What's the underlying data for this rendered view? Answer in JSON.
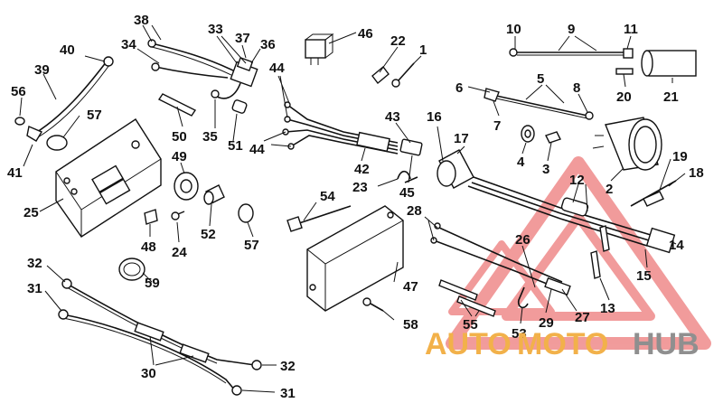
{
  "diagram": {
    "callouts": [
      {
        "id": "c38",
        "text": "38"
      },
      {
        "id": "c33",
        "text": "33"
      },
      {
        "id": "c37",
        "text": "37"
      },
      {
        "id": "c36",
        "text": "36"
      },
      {
        "id": "c34",
        "text": "34"
      },
      {
        "id": "c40",
        "text": "40"
      },
      {
        "id": "c39",
        "text": "39"
      },
      {
        "id": "c56",
        "text": "56"
      },
      {
        "id": "c57a",
        "text": "57"
      },
      {
        "id": "c41",
        "text": "41"
      },
      {
        "id": "c25",
        "text": "25"
      },
      {
        "id": "c50",
        "text": "50"
      },
      {
        "id": "c49",
        "text": "49"
      },
      {
        "id": "c35",
        "text": "35"
      },
      {
        "id": "c51",
        "text": "51"
      },
      {
        "id": "c44a",
        "text": "44"
      },
      {
        "id": "c44b",
        "text": "44"
      },
      {
        "id": "c46",
        "text": "46"
      },
      {
        "id": "c22",
        "text": "22"
      },
      {
        "id": "c1",
        "text": "1"
      },
      {
        "id": "c43",
        "text": "43"
      },
      {
        "id": "c16",
        "text": "16"
      },
      {
        "id": "c17",
        "text": "17"
      },
      {
        "id": "c42",
        "text": "42"
      },
      {
        "id": "c23",
        "text": "23"
      },
      {
        "id": "c45",
        "text": "45"
      },
      {
        "id": "c10",
        "text": "10"
      },
      {
        "id": "c9",
        "text": "9"
      },
      {
        "id": "c11",
        "text": "11"
      },
      {
        "id": "c20",
        "text": "20"
      },
      {
        "id": "c21",
        "text": "21"
      },
      {
        "id": "c6",
        "text": "6"
      },
      {
        "id": "c5",
        "text": "5"
      },
      {
        "id": "c8",
        "text": "8"
      },
      {
        "id": "c7",
        "text": "7"
      },
      {
        "id": "c4",
        "text": "4"
      },
      {
        "id": "c3",
        "text": "3"
      },
      {
        "id": "c2",
        "text": "2"
      },
      {
        "id": "c19",
        "text": "19"
      },
      {
        "id": "c18",
        "text": "18"
      },
      {
        "id": "c12",
        "text": "12"
      },
      {
        "id": "c14",
        "text": "14"
      },
      {
        "id": "c15",
        "text": "15"
      },
      {
        "id": "c54",
        "text": "54"
      },
      {
        "id": "c48",
        "text": "48"
      },
      {
        "id": "c24",
        "text": "24"
      },
      {
        "id": "c52",
        "text": "52"
      },
      {
        "id": "c57b",
        "text": "57"
      },
      {
        "id": "c47",
        "text": "47"
      },
      {
        "id": "c58",
        "text": "58"
      },
      {
        "id": "c28",
        "text": "28"
      },
      {
        "id": "c26",
        "text": "26"
      },
      {
        "id": "c13",
        "text": "13"
      },
      {
        "id": "c27",
        "text": "27"
      },
      {
        "id": "c29",
        "text": "29"
      },
      {
        "id": "c53",
        "text": "53"
      },
      {
        "id": "c55",
        "text": "55"
      },
      {
        "id": "c32a",
        "text": "32"
      },
      {
        "id": "c31a",
        "text": "31"
      },
      {
        "id": "c59",
        "text": "59"
      },
      {
        "id": "c30",
        "text": "30"
      },
      {
        "id": "c32b",
        "text": "32"
      },
      {
        "id": "c31b",
        "text": "31"
      }
    ]
  },
  "watermark": {
    "part1": "AUTO",
    "part2": "MOTO",
    "part3": "HUB",
    "color_orange": "#f2b14a",
    "color_gray": "#8f8f8f",
    "color_red": "#e64a4a"
  }
}
